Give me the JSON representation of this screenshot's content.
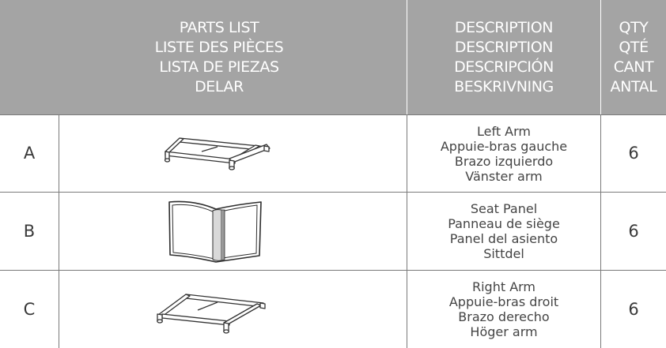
{
  "header": {
    "parts_list": [
      "PARTS LIST",
      "LISTE DES PIÈCES",
      "LISTA DE PIEZAS",
      "DELAR"
    ],
    "description": [
      "DESCRIPTION",
      "DESCRIPTION",
      "DESCRIPCIÓN",
      "BESKRIVNING"
    ],
    "qty": [
      "QTY",
      "QTÉ",
      "CANT",
      "ANTAL"
    ]
  },
  "rows": [
    {
      "letter": "A",
      "icon": "left-arm-frame-icon",
      "description": [
        "Left Arm",
        "Appuie-bras gauche",
        "Brazo izquierdo",
        "Vänster arm"
      ],
      "qty": "6"
    },
    {
      "letter": "B",
      "icon": "seat-panel-icon",
      "description": [
        "Seat Panel",
        "Panneau de siège",
        "Panel del asiento",
        "Sittdel"
      ],
      "qty": "6"
    },
    {
      "letter": "C",
      "icon": "right-arm-frame-icon",
      "description": [
        "Right Arm",
        "Appuie-bras droit",
        "Brazo derecho",
        "Höger arm"
      ],
      "qty": "6"
    }
  ]
}
